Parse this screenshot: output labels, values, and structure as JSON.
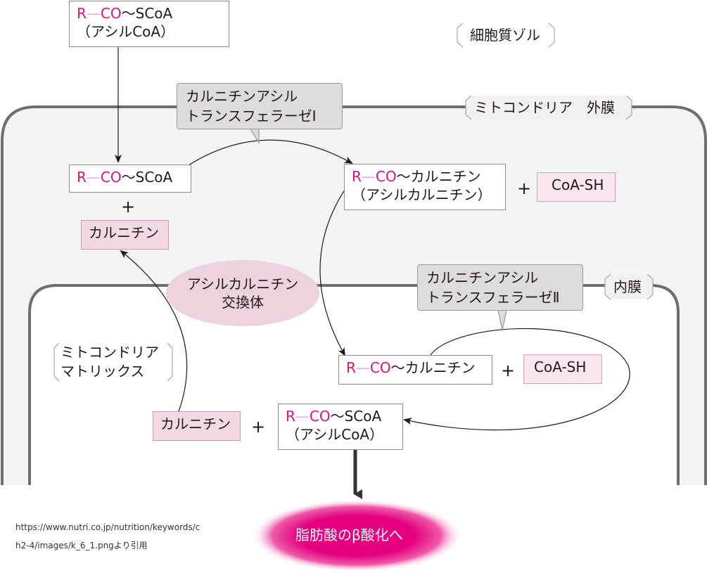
{
  "regions": {
    "cytosol": "細胞質ゾル",
    "outer_membrane": "ミトコンドリア　外膜",
    "inner_membrane": "内膜",
    "matrix_line1": "ミトコンドリア",
    "matrix_line2": "マトリックス"
  },
  "molecules": {
    "acyl_coa_top": {
      "r": "R",
      "dash": "—",
      "co": "CO",
      "rest": "〜SCoA",
      "sub": "（アシルCoA）"
    },
    "acyl_coa_ims": {
      "r": "R",
      "dash": "—",
      "co": "CO",
      "rest": "〜SCoA"
    },
    "carnitine_ims": "カルニチン",
    "acylcarnitine_ims": {
      "r": "R",
      "dash": "—",
      "co": "CO",
      "rest": "〜カルニチン",
      "sub": "（アシルカルニチン）"
    },
    "coash_ims": "CoA-SH",
    "acylcarnitine_matrix": {
      "r": "R",
      "dash": "—",
      "co": "CO",
      "rest": "〜カルニチン"
    },
    "coash_matrix": "CoA-SH",
    "carnitine_matrix": "カルニチン",
    "acyl_coa_matrix": {
      "r": "R",
      "dash": "—",
      "co": "CO",
      "rest": "〜SCoA",
      "sub": "（アシルCoA）"
    }
  },
  "operators": {
    "plus": "+"
  },
  "enzymes": {
    "cpt1_line1": "カルニチンアシル",
    "cpt1_line2": "トランスフェラーゼⅠ",
    "cpt2_line1": "カルニチンアシル",
    "cpt2_line2": "トランスフェラーゼⅡ"
  },
  "transporter": {
    "line1": "アシルカルニチン",
    "line2": "交換体"
  },
  "outcome": "脂肪酸のβ酸化へ",
  "source": {
    "line1": "https://www.nutri.co.jp/nutrition/keywords/c",
    "line2": "h2-4/images/k_6_1.pngより引用"
  },
  "colors": {
    "acyl_red": "#e0137f",
    "membrane": "#6e6e6e",
    "intermembrane_bg": "#f4f4f4",
    "carnitine_fill": "#f2d9e3",
    "coash_fill": "#f9e6ee",
    "enzyme_fill": "#dcdcdc",
    "outcome_fill": "#e4007f"
  }
}
